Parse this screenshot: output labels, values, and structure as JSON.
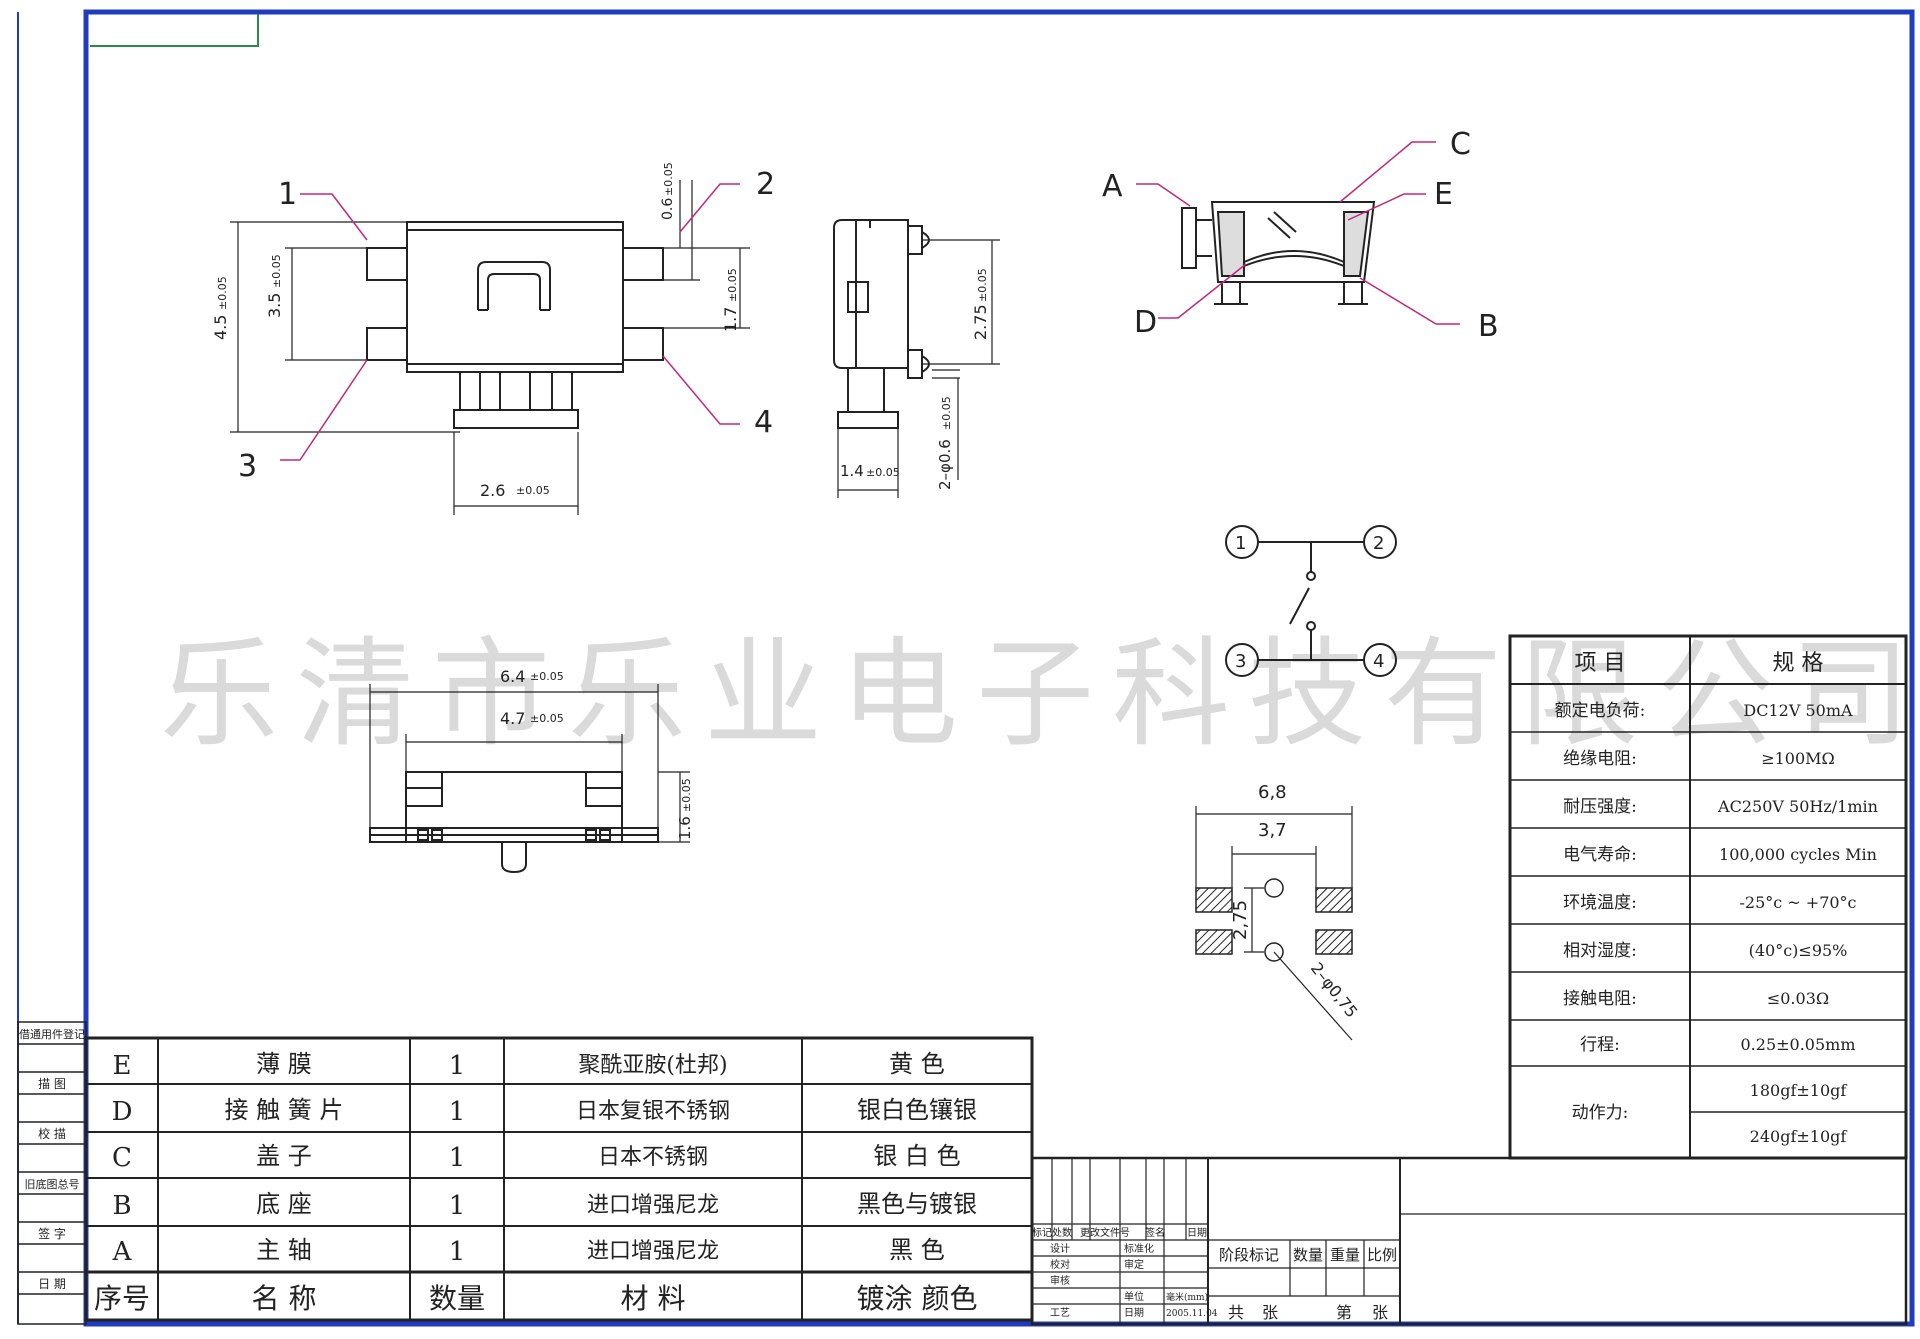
{
  "watermark": "乐清市乐业电子科技有限公司",
  "colors": {
    "frame": "#1f3cc0",
    "leader": "#c0287a",
    "line": "#222222",
    "watermark": "#bdbdbd"
  },
  "views": {
    "front": {
      "callouts": [
        "1",
        "2",
        "3",
        "4"
      ],
      "dims": {
        "h_outer": "4.5",
        "h_inner": "3.5",
        "pad_w": "0.6",
        "pad_gap": "1.7",
        "stem_w": "2.6",
        "tol": "±0.05"
      }
    },
    "side": {
      "dims": {
        "pitch": "2.75",
        "peg": "2–φ0.6",
        "base": "1.4",
        "tol": "±0.05"
      }
    },
    "bottom": {
      "dims": {
        "total": "6.4",
        "body": "4.7",
        "height": "1.6",
        "tol": "±0.05"
      }
    },
    "section": {
      "labels": [
        "A",
        "B",
        "C",
        "D",
        "E"
      ]
    },
    "schematic": {
      "pins": [
        "1",
        "2",
        "3",
        "4"
      ]
    },
    "footprint": {
      "w_outer": "6,8",
      "w_inner": "3,7",
      "pitch": "2,75",
      "hole": "2–φ0,75"
    }
  },
  "spec_table": {
    "header": [
      "项 目",
      "规 格"
    ],
    "rows": [
      {
        "item": "额定电负荷:",
        "value": "DC12V 50mA"
      },
      {
        "item": "绝缘电阻:",
        "value": "≥100MΩ"
      },
      {
        "item": "耐压强度:",
        "value": "AC250V 50Hz/1min"
      },
      {
        "item": "电气寿命:",
        "value": "100,000 cycles Min"
      },
      {
        "item": "环境温度:",
        "value": "-25°c ~ +70°c"
      },
      {
        "item": "相对湿度:",
        "value": "(40°c)≤95%"
      },
      {
        "item": "接触电阻:",
        "value": "≤0.03Ω"
      },
      {
        "item": "行程:",
        "value": "0.25±0.05mm"
      }
    ],
    "force_label": "动作力:",
    "force_values": [
      "180gf±10gf",
      "240gf±10gf"
    ]
  },
  "bom": {
    "rows": [
      {
        "code": "E",
        "name": "薄 膜",
        "qty": "1",
        "material": "聚酰亚胺(杜邦)",
        "finish": "黄 色"
      },
      {
        "code": "D",
        "name": "接 触 簧 片",
        "qty": "1",
        "material": "日本复银不锈钢",
        "finish": "银白色镶银"
      },
      {
        "code": "C",
        "name": "盖 子",
        "qty": "1",
        "material": "日本不锈钢",
        "finish": "银 白 色"
      },
      {
        "code": "B",
        "name": "底 座",
        "qty": "1",
        "material": "进口增强尼龙",
        "finish": "黑色与镀银"
      },
      {
        "code": "A",
        "name": "主 轴",
        "qty": "1",
        "material": "进口增强尼龙",
        "finish": "黑 色"
      }
    ],
    "header": {
      "code": "序号",
      "name": "名 称",
      "qty": "数量",
      "material": "材 料",
      "finish": "镀涂 颜色"
    }
  },
  "left_strip": [
    "借通用件登记",
    "描 图",
    "校 描",
    "旧底图总号",
    "签 字",
    "日 期"
  ],
  "title_block": {
    "rev_header": [
      "标记",
      "处数",
      "更改文件号",
      "签名",
      "日期"
    ],
    "roles": [
      "设计",
      "校对",
      "审核",
      "工艺"
    ],
    "roles2": [
      "标准化",
      "审定",
      "单位",
      "日期"
    ],
    "unit": "毫米(mm)",
    "date": "2005.11.04",
    "stage_labels": [
      "阶段标记",
      "数量",
      "重量",
      "比例"
    ],
    "sheet": [
      "共",
      "张",
      "第",
      "张"
    ]
  }
}
